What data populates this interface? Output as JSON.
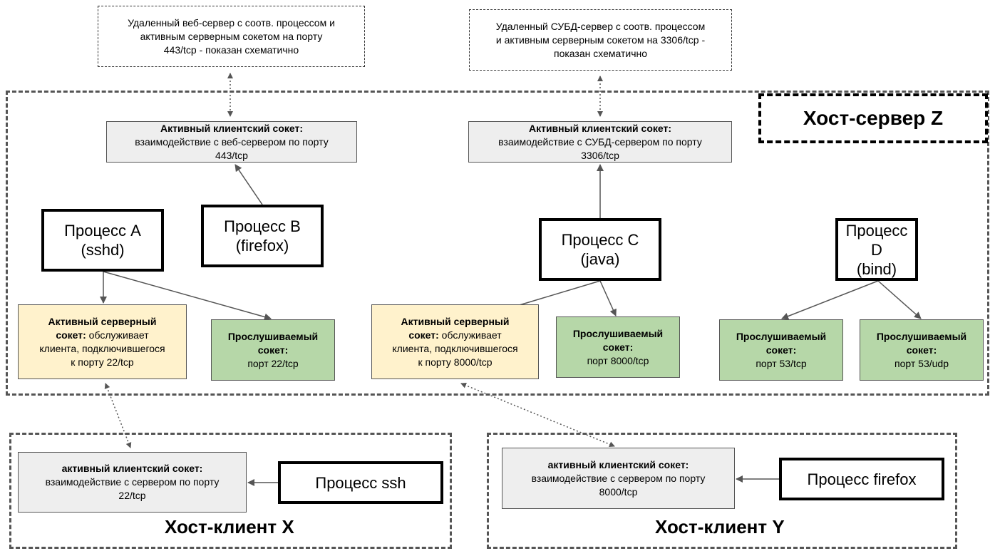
{
  "hosts": {
    "server_z": "Хост-сервер Z",
    "client_x": "Хост-клиент X",
    "client_y": "Хост-клиент Y"
  },
  "remote": {
    "web_server": {
      "l1": "Удаленный веб-сервер с соотв. процессом и",
      "l2": "активным серверным сокетом на порту",
      "l3": "443/tcp - показан схематично"
    },
    "db_server": {
      "l1": "Удаленный СУБД-сервер с соотв. процессом",
      "l2": "и активным серверным сокетом на 3306/tcp -",
      "l3": "показан схематично"
    }
  },
  "client_sockets": {
    "web": {
      "title": "Активный клиентский сокет:",
      "l2": "взаимодействие с веб-сервером по порту",
      "l3": "443/tcp"
    },
    "db": {
      "title": "Активный клиентский сокет:",
      "l2": "взаимодействие с СУБД-сервером по порту",
      "l3": "3306/tcp"
    }
  },
  "processes": {
    "a": {
      "l1": "Процесс A",
      "l2": "(sshd)"
    },
    "b": {
      "l1": "Процесс B",
      "l2": "(firefox)"
    },
    "c": {
      "l1": "Процесс C",
      "l2": "(java)"
    },
    "d": {
      "l1": "Процесс D",
      "l2": "(bind)"
    },
    "ssh": "Процесс ssh",
    "firefox": "Процесс firefox"
  },
  "server_sockets": {
    "a": {
      "title1": "Активный серверный",
      "title2": "сокет:",
      "rest2": " обслуживает",
      "l3": "клиента, подключившегося",
      "l4": "к порту  22/tcp"
    },
    "c": {
      "title1": "Активный серверный",
      "title2": "сокет:",
      "rest2": " обслуживает",
      "l3": "клиента, подключившегося",
      "l4": "к порту  8000/tcp"
    }
  },
  "listening_sockets": {
    "a": {
      "t1": "Прослушиваемый",
      "t2": "сокет:",
      "port": "порт 22/tcp"
    },
    "c": {
      "t1": "Прослушиваемый",
      "t2": "сокет:",
      "port": "порт 8000/tcp"
    },
    "d1": {
      "t1": "Прослушиваемый",
      "t2": "сокет:",
      "port": "порт 53/tcp"
    },
    "d2": {
      "t1": "Прослушиваемый",
      "t2": "сокет:",
      "port": "порт 53/udp"
    }
  },
  "client_host_sockets": {
    "x": {
      "title": "активный клиентский сокет:",
      "l2": "взаимодействие с сервером по порту",
      "l3": "22/tcp"
    },
    "y": {
      "title": "активный клиентский сокет:",
      "l2": "взаимодействие с сервером по порту",
      "l3": "8000/tcp"
    }
  }
}
